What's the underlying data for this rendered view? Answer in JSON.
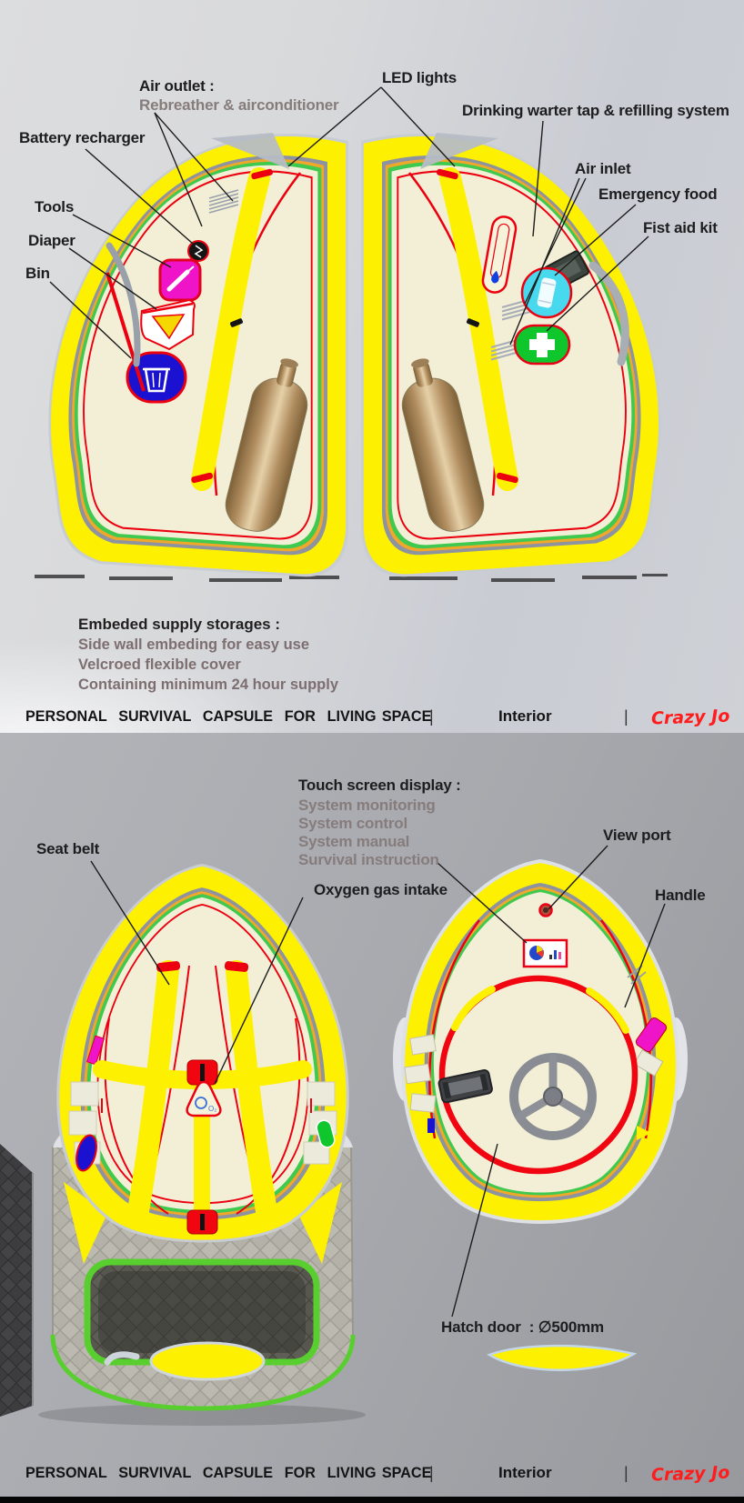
{
  "page": {
    "footer": {
      "title": "PERSONAL  SURVIVAL  CAPSULE  FOR  LIVING SPACE",
      "separator": "|",
      "section": "Interior",
      "credit": "Crazy Jo"
    }
  },
  "colors": {
    "shell_yellow": "#fdf000",
    "interior_cream": "#f2efd6",
    "trim_red": "#ec0010",
    "liner_green": "#3fc94e",
    "liner_gray": "#8e93a0",
    "credit_red": "#ff1c1c",
    "label_black": "#1d1d1f",
    "label_gray": "#867c7c"
  },
  "top_panel": {
    "labels": {
      "air_outlet": {
        "title": "Air outlet :",
        "subtitle": "Rebreather & airconditioner"
      },
      "led_lights": "LED lights",
      "drinking_water": "Drinking warter tap & refilling system",
      "battery_recharger": "Battery recharger",
      "air_inlet": "Air inlet",
      "emergency_food": "Emergency food",
      "tools": "Tools",
      "first_aid_kit": "Fist aid kit",
      "diaper": "Diaper",
      "bin": "Bin"
    },
    "storage_note": {
      "title": "Embeded supply storages :",
      "lines": [
        "Side wall embeding for easy use",
        "Velcroed flexible cover",
        "Containing minimum 24 hour supply"
      ]
    }
  },
  "bottom_panel": {
    "labels": {
      "touch_screen": {
        "title": "Touch screen display :",
        "items": [
          "System monitoring",
          "System control",
          "System manual",
          "Survival instruction"
        ]
      },
      "seat_belt": "Seat belt",
      "oxygen_gas_intake": "Oxygen gas intake",
      "view_port": "View port",
      "handle": "Handle",
      "hatch_door": "Hatch door  : ∅500mm"
    },
    "markers": {
      "oxygen_symbol": "O₂"
    }
  }
}
